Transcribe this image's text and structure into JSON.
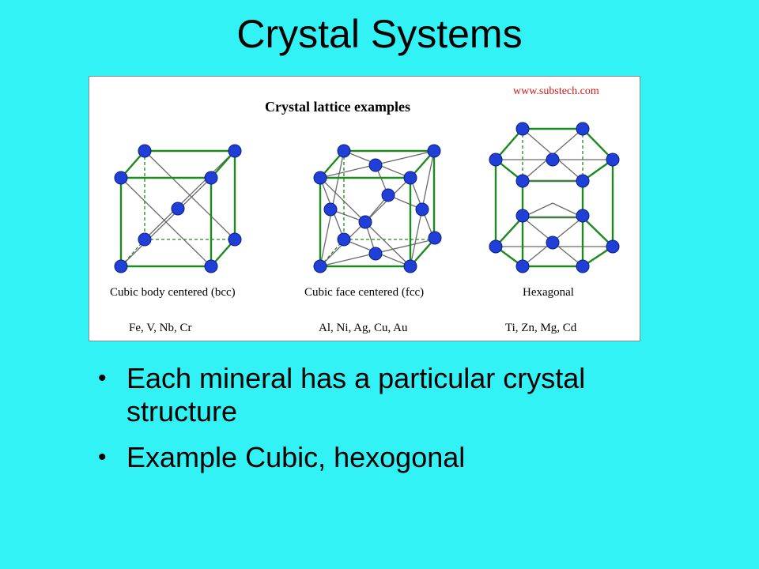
{
  "slide": {
    "title": "Crystal Systems",
    "bullets": [
      "Each mineral has a particular crystal structure",
      "Example Cubic, hexogonal"
    ]
  },
  "figure": {
    "title": "Crystal lattice examples",
    "source_url": "www.substech.com",
    "lattices": [
      {
        "name": "Cubic body centered (bcc)",
        "examples": "Fe, V, Nb, Cr"
      },
      {
        "name": "Cubic face centered (fcc)",
        "examples": "Al, Ni, Ag, Cu, Au"
      },
      {
        "name": "Hexagonal",
        "examples": "Ti, Zn, Mg, Cd"
      }
    ],
    "colors": {
      "edge": "#1d8a1d",
      "atom": "#1f3fd6",
      "bond": "#6a6a6a",
      "url": "#d11818"
    }
  }
}
